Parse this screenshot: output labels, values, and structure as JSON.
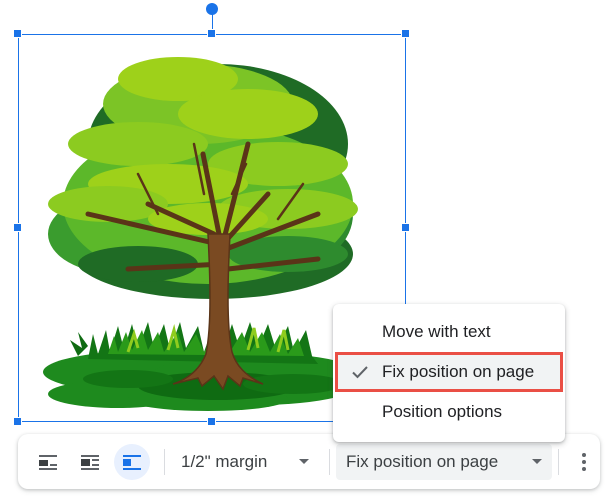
{
  "image": {
    "description": "Cartoon illustration of a green leafy tree with brown trunk on a grass mound",
    "colors": {
      "leaf_light": "#9ed11a",
      "leaf_mid": "#5cb82a",
      "leaf_dark": "#2e8b2e",
      "leaf_darkest": "#1f6b25",
      "trunk": "#7a4a22",
      "trunk_dark": "#5a3418",
      "ground": "#1e8a1e",
      "ground_dark": "#0f6b12",
      "grass_light": "#8fcc1e"
    }
  },
  "selection": {
    "color": "#1a73e8"
  },
  "toolbar": {
    "wrap_options": [
      {
        "name": "inline",
        "active": false
      },
      {
        "name": "wrap-text",
        "active": false
      },
      {
        "name": "break-text",
        "active": true
      }
    ],
    "margin_label": "1/2\" margin",
    "position_label": "Fix position on page"
  },
  "menu": {
    "items": [
      {
        "label": "Move with text",
        "selected": false
      },
      {
        "label": "Fix position on page",
        "selected": true
      },
      {
        "label": "Position options",
        "selected": false
      }
    ],
    "highlight_color": "#ea4f45"
  }
}
